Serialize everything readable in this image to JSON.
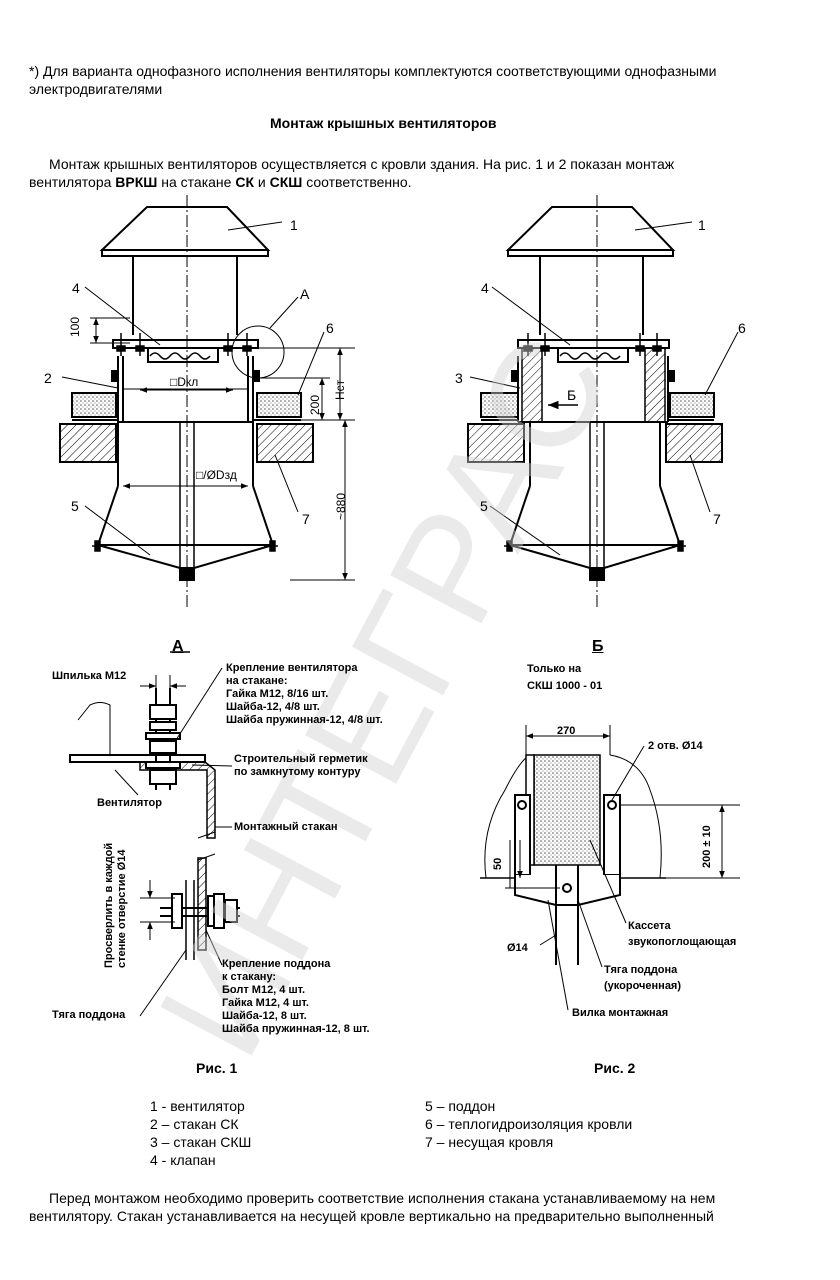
{
  "footnote": {
    "line1": "*) Для варианта однофазного исполнения вентиляторы комплектуются соответствующими однофазными",
    "line2": "электродвигателями"
  },
  "heading": "Монтаж крышных вентиляторов",
  "intro": {
    "line1": "Монтаж крышных вентиляторов осуществляется с кровли здания. На рис. 1 и 2 показан монтаж",
    "line2_a": "вентилятора ",
    "line2_b": "ВРКШ",
    "line2_c": " на стакане ",
    "line2_d": "СК",
    "line2_e": " и ",
    "line2_f": "СКШ",
    "line2_g": " соответственно."
  },
  "fig1": {
    "callouts": [
      "1",
      "4",
      "А",
      "6",
      "2",
      "5",
      "7"
    ],
    "dims": {
      "h100": "100",
      "h200": "200",
      "hst": "Нст",
      "dkl": "□Dкл",
      "dzd": "□/ØDзд",
      "h880": "~880"
    }
  },
  "fig2": {
    "callouts": [
      "1",
      "4",
      "6",
      "3",
      "5",
      "7"
    ],
    "arrow_label": "Б"
  },
  "detailA": {
    "title": "А",
    "stud": "Шпилька М12",
    "fix_fan": [
      "Крепление вентилятора",
      "на стакане:",
      "Гайка М12, 8/16 шт.",
      "Шайба-12, 4/8 шт.",
      "Шайба пружинная-12, 4/8 шт."
    ],
    "sealant": [
      "Строительный герметик",
      "по замкнутому контуру"
    ],
    "fan": "Вентилятор",
    "mount_cup": "Монтажный стакан",
    "drill": [
      "Просверлить в каждой",
      "стенке отверстие Ø14"
    ],
    "fix_tray": [
      "Крепление поддона",
      "к стакану:",
      "Болт М12, 4 шт.",
      "Гайка М12, 4 шт.",
      "Шайба-12, 8 шт.",
      "Шайба пружинная-12, 8 шт."
    ],
    "rod": "Тяга поддона"
  },
  "detailB": {
    "title": "Б",
    "only": [
      "Только на",
      "СКШ 1000 - 01"
    ],
    "w270": "270",
    "holes": "2 отв. Ø14",
    "h200": "200 ± 10",
    "h50": "50",
    "d14": "Ø14",
    "cassette": [
      "Кассета",
      "звукопоглощающая"
    ],
    "rod": [
      "Тяга поддона",
      "(укороченная)"
    ],
    "fork": "Вилка монтажная"
  },
  "captions": {
    "fig1": "Рис. 1",
    "fig2": "Рис. 2"
  },
  "legend": {
    "left": [
      "1 - вентилятор",
      "2 – стакан СК",
      "3 – стакан СКШ",
      "4 - клапан"
    ],
    "right": [
      "5 – поддон",
      "6 – теплогидроизоляция кровли",
      "7 – несущая кровля"
    ]
  },
  "outro": {
    "line1": "Перед монтажом необходимо проверить соответствие исполнения стакана устанавливаемому на нем",
    "line2": "вентилятору. Стакан устанавливается на несущей кровле вертикально на предварительно выполненный"
  },
  "watermark": "ИНТЕГРАС"
}
